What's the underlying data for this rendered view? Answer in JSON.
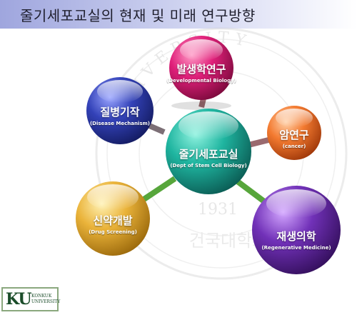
{
  "title": "줄기세포교실의 현재 및 미래 연구방향",
  "center": {
    "ko": "줄기세포교실",
    "en": "(Dept of Stem Cell Biology)"
  },
  "nodes": [
    {
      "id": "developmental",
      "ko": "발생학연구",
      "en": "(Developmental Biology)",
      "color": "#d6186c"
    },
    {
      "id": "disease",
      "ko": "질병기작",
      "en": "(Disease Mechanism)",
      "color": "#2d3aa8"
    },
    {
      "id": "cancer",
      "ko": "암연구",
      "en": "(cancer)",
      "color": "#ef6a2a"
    },
    {
      "id": "drug",
      "ko": "신약개발",
      "en": "(Drug Screening)",
      "color": "#e7a92e"
    },
    {
      "id": "regenerative",
      "ko": "재생의학",
      "en": "(Regenerative Medicine)",
      "color": "#6a2cae"
    }
  ],
  "center_color": "#1c9e8c",
  "watermark": {
    "year": "1931",
    "text": "건국대학교",
    "arc": "UNIVERSITY"
  },
  "logo": {
    "mark": "KU",
    "line1": "KONKUK",
    "line2": "UNIVERSITY"
  }
}
